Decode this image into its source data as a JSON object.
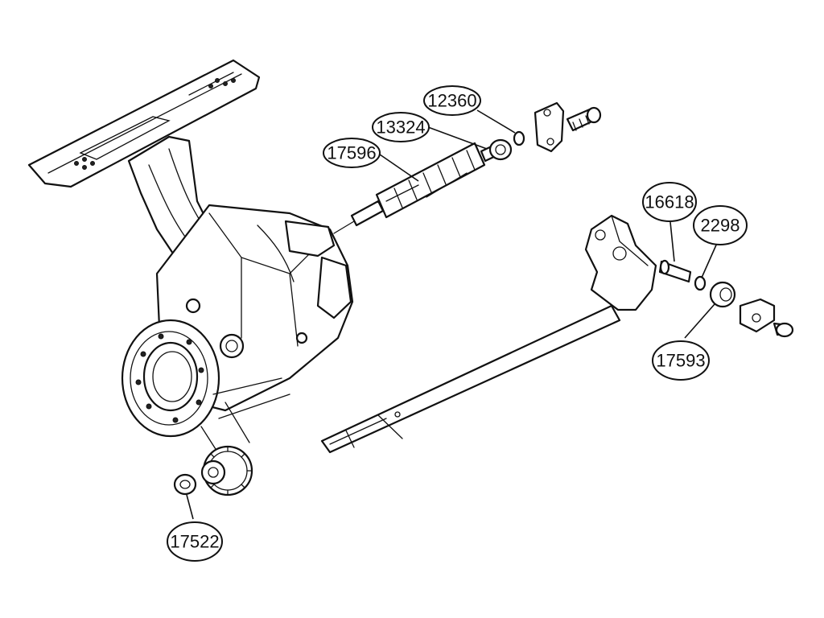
{
  "callouts": [
    {
      "id": "12360",
      "label": "12360"
    },
    {
      "id": "13324",
      "label": "13324"
    },
    {
      "id": "17596",
      "label": "17596"
    },
    {
      "id": "16618",
      "label": "16618"
    },
    {
      "id": "2298",
      "label": "2298"
    },
    {
      "id": "17593",
      "label": "17593"
    },
    {
      "id": "17522",
      "label": "17522"
    }
  ]
}
